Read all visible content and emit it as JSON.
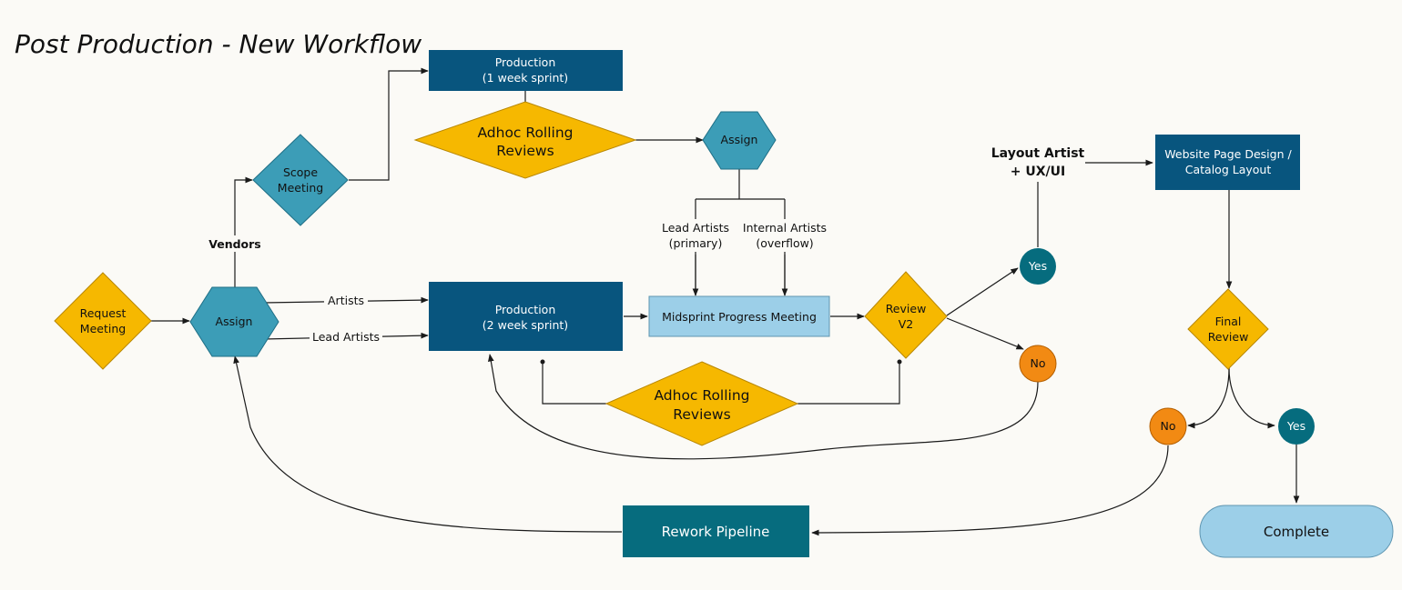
{
  "title": "Post Production - New Workflow",
  "nodes": {
    "request_meeting": [
      "Request",
      "Meeting"
    ],
    "assign_main": [
      "Assign"
    ],
    "scope_meeting": [
      "Scope",
      "Meeting"
    ],
    "production_1wk": [
      "Production",
      "(1 week sprint)"
    ],
    "adhoc_top": [
      "Adhoc Rolling",
      "Reviews"
    ],
    "assign_top": [
      "Assign"
    ],
    "production_2wk": [
      "Production",
      "(2 week sprint)"
    ],
    "midsprint": [
      "Midsprint Progress Meeting"
    ],
    "adhoc_bottom": [
      "Adhoc Rolling",
      "Reviews"
    ],
    "review_v2": [
      "Review",
      "V2"
    ],
    "yes_review": [
      "Yes"
    ],
    "no_review": [
      "No"
    ],
    "layout_artist": [
      "Layout Artist",
      "+ UX/UI"
    ],
    "website_design": [
      "Website Page Design /",
      "Catalog Layout"
    ],
    "final_review": [
      "Final",
      "Review"
    ],
    "no_final": [
      "No"
    ],
    "yes_final": [
      "Yes"
    ],
    "complete": [
      "Complete"
    ],
    "rework": [
      "Rework Pipeline"
    ]
  },
  "edge_labels": {
    "vendors": "Vendors",
    "artists": "Artists",
    "lead_artists": "Lead Artists",
    "lead_artists_primary": [
      "Lead Artists",
      "(primary)"
    ],
    "internal_artists_overflow": [
      "Internal Artists",
      "(overflow)"
    ]
  },
  "colors": {
    "dark_blue": "#08557e",
    "teal_dark": "#066c7e",
    "teal": "#3c9db7",
    "light_blue": "#9ccfe8",
    "yellow": "#f6b800",
    "orange": "#f28a13",
    "background": "#fbfaf6"
  }
}
